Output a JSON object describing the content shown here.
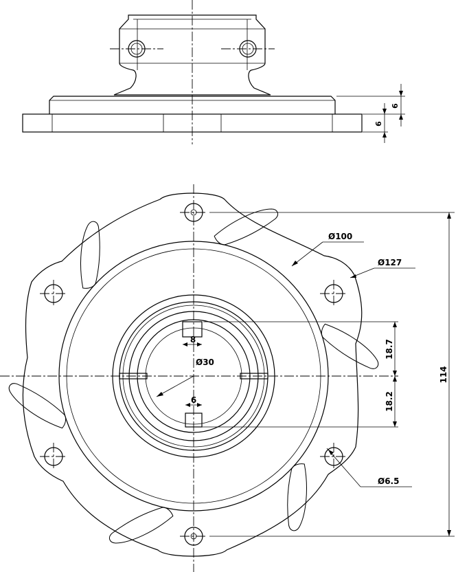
{
  "dimensions": {
    "plate_thickness": "6",
    "flange_thickness": "6",
    "d_inner_ring": "Ø100",
    "d_outer": "Ø127",
    "overall_height": "114",
    "slot_top_width": "8",
    "slot_bottom_width": "6",
    "d_bore": "Ø30",
    "top_offset": "18.7",
    "bottom_offset": "18.2",
    "d_hole": "Ø6.5"
  },
  "colors": {
    "line": "#000000",
    "background": "#ffffff"
  }
}
